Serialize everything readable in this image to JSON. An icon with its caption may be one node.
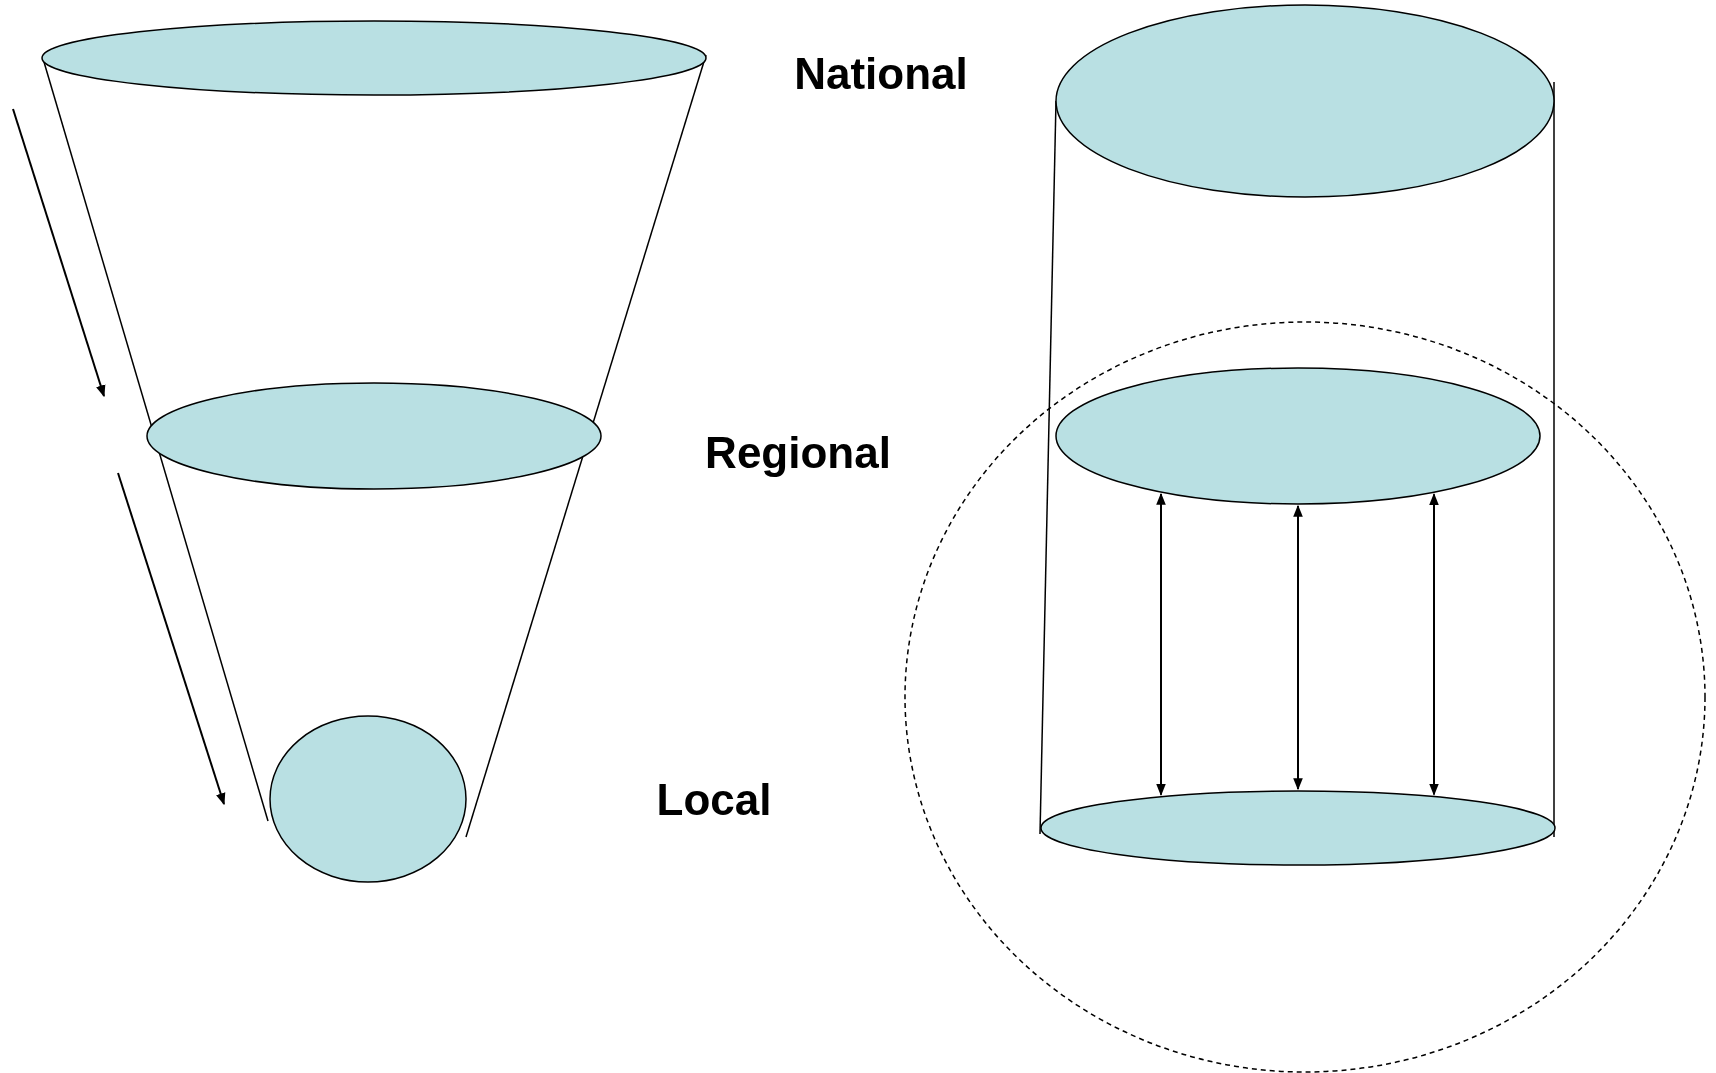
{
  "diagram": {
    "nodes": [
      {
        "text": [],
        "shape": "ellipse"
      },
      {
        "text": [],
        "shape": "ellipse"
      },
      {
        "text": [],
        "shape": "ellipse"
      },
      {
        "text": [],
        "shape": "ellipse"
      },
      {
        "text": [],
        "shape": "circle"
      },
      {
        "text": [],
        "shape": "ellipse",
        "in": 4
      },
      {
        "text": [],
        "shape": "ellipse",
        "in": 4
      }
    ],
    "edges": [
      {
        "from": 5,
        "to": 6,
        "arrow": "both"
      },
      {
        "from": 5,
        "to": 6,
        "arrow": "both"
      },
      {
        "from": 5,
        "to": 6,
        "arrow": "both"
      }
    ],
    "labels": [
      "National",
      "Regional",
      "Local"
    ]
  }
}
